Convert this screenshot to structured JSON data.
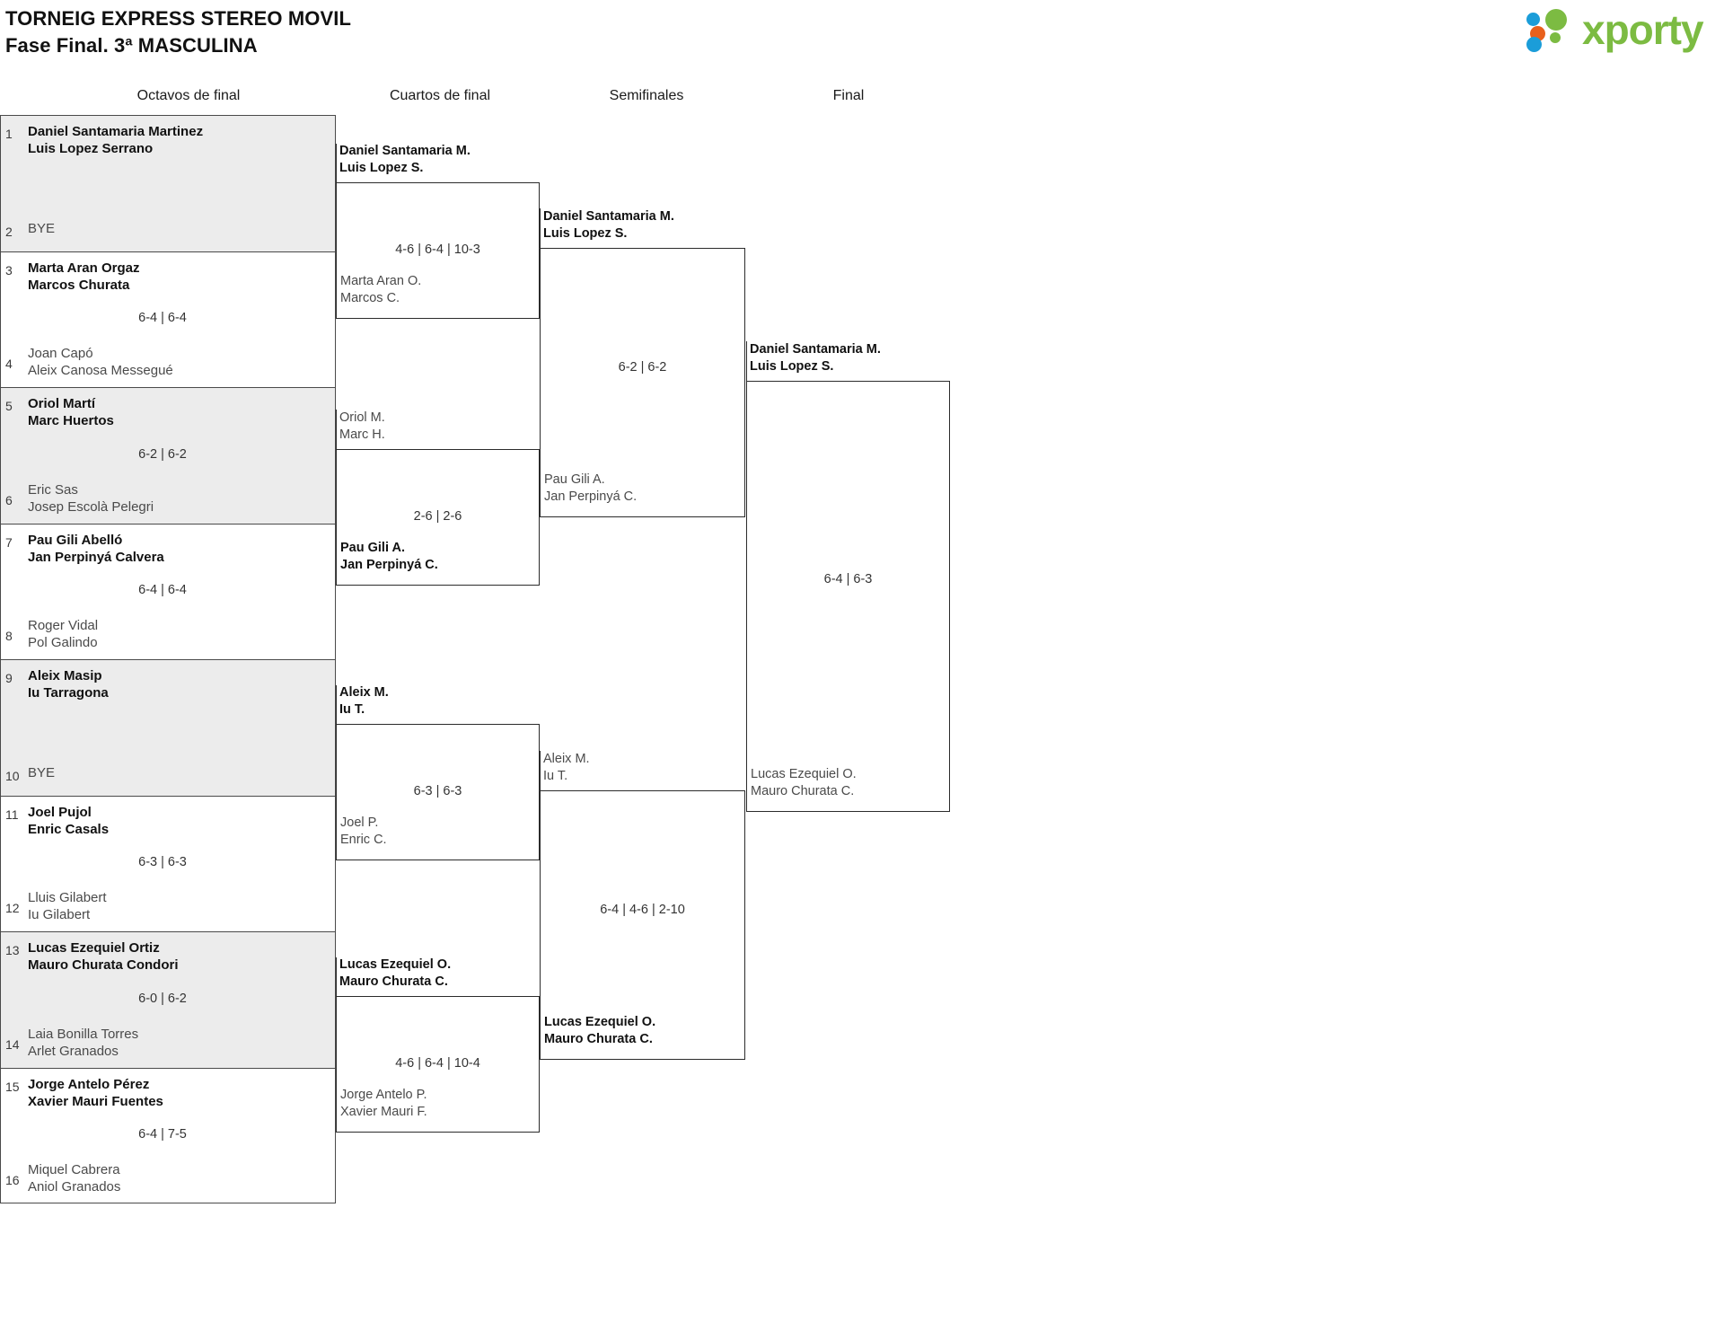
{
  "header": {
    "title_line1": "TORNEIG EXPRESS STEREO MOVIL",
    "title_line2": "Fase Final. 3ª MASCULINA",
    "logo_text": "xporty",
    "logo_colors": {
      "green": "#7cbb42",
      "blue": "#1b9dd9",
      "orange": "#e8601c"
    }
  },
  "rounds": [
    {
      "id": "octavos",
      "label": "Octavos de final"
    },
    {
      "id": "cuartos",
      "label": "Cuartos de final"
    },
    {
      "id": "semis",
      "label": "Semifinales"
    },
    {
      "id": "final",
      "label": "Final"
    }
  ],
  "round1": [
    {
      "top": {
        "seed": "1",
        "line1": "Daniel Santamaria Martinez",
        "line2": "Luis Lopez Serrano",
        "result": "winner"
      },
      "bottom": {
        "seed": "2",
        "line1": "BYE",
        "line2": "",
        "result": "bye"
      },
      "score": "",
      "shaded": true
    },
    {
      "top": {
        "seed": "3",
        "line1": "Marta Aran Orgaz",
        "line2": "Marcos Churata",
        "result": "winner"
      },
      "bottom": {
        "seed": "4",
        "line1": "Joan Capó",
        "line2": "Aleix Canosa Messegué",
        "result": "loser"
      },
      "score": "6-4 | 6-4",
      "shaded": false
    },
    {
      "top": {
        "seed": "5",
        "line1": "Oriol Martí",
        "line2": "Marc Huertos",
        "result": "winner"
      },
      "bottom": {
        "seed": "6",
        "line1": "Eric Sas",
        "line2": "Josep Escolà Pelegri",
        "result": "loser"
      },
      "score": "6-2 | 6-2",
      "shaded": true
    },
    {
      "top": {
        "seed": "7",
        "line1": "Pau Gili Abelló",
        "line2": "Jan Perpinyá Calvera",
        "result": "winner"
      },
      "bottom": {
        "seed": "8",
        "line1": "Roger Vidal",
        "line2": "Pol Galindo",
        "result": "loser"
      },
      "score": "6-4 | 6-4",
      "shaded": false
    },
    {
      "top": {
        "seed": "9",
        "line1": "Aleix Masip",
        "line2": "Iu Tarragona",
        "result": "winner"
      },
      "bottom": {
        "seed": "10",
        "line1": "BYE",
        "line2": "",
        "result": "bye"
      },
      "score": "",
      "shaded": true
    },
    {
      "top": {
        "seed": "11",
        "line1": "Joel Pujol",
        "line2": "Enric Casals",
        "result": "winner"
      },
      "bottom": {
        "seed": "12",
        "line1": "Lluis Gilabert",
        "line2": "Iu Gilabert",
        "result": "loser"
      },
      "score": "6-3 | 6-3",
      "shaded": false
    },
    {
      "top": {
        "seed": "13",
        "line1": "Lucas Ezequiel Ortiz",
        "line2": "Mauro Churata Condori",
        "result": "winner"
      },
      "bottom": {
        "seed": "14",
        "line1": "Laia Bonilla Torres",
        "line2": "Arlet Granados",
        "result": "loser"
      },
      "score": "6-0 | 6-2",
      "shaded": true
    },
    {
      "top": {
        "seed": "15",
        "line1": "Jorge Antelo Pérez",
        "line2": "Xavier Mauri Fuentes",
        "result": "winner"
      },
      "bottom": {
        "seed": "16",
        "line1": "Miquel Cabrera",
        "line2": "Aniol Granados",
        "result": "loser"
      },
      "score": "6-4 | 7-5",
      "shaded": false
    }
  ],
  "round2": [
    {
      "top": {
        "line1": "Daniel Santamaria M.",
        "line2": "Luis Lopez S.",
        "result": "winner"
      },
      "bottom": {
        "line1": "Marta Aran O.",
        "line2": "Marcos C.",
        "result": "loser"
      },
      "score": "4-6 | 6-4 | 10-3"
    },
    {
      "top": {
        "line1": "Oriol M.",
        "line2": "Marc H.",
        "result": "loser"
      },
      "bottom": {
        "line1": "Pau Gili A.",
        "line2": "Jan Perpinyá C.",
        "result": "winner"
      },
      "score": "2-6 | 2-6"
    },
    {
      "top": {
        "line1": "Aleix M.",
        "line2": "Iu T.",
        "result": "winner"
      },
      "bottom": {
        "line1": "Joel P.",
        "line2": "Enric C.",
        "result": "loser"
      },
      "score": "6-3 | 6-3"
    },
    {
      "top": {
        "line1": "Lucas Ezequiel O.",
        "line2": "Mauro Churata C.",
        "result": "winner"
      },
      "bottom": {
        "line1": "Jorge Antelo P.",
        "line2": "Xavier Mauri F.",
        "result": "loser"
      },
      "score": "4-6 | 6-4 | 10-4"
    }
  ],
  "round3": [
    {
      "top": {
        "line1": "Daniel Santamaria M.",
        "line2": "Luis Lopez S.",
        "result": "winner"
      },
      "bottom": {
        "line1": "Pau Gili A.",
        "line2": "Jan Perpinyá C.",
        "result": "loser"
      },
      "score": "6-2 | 6-2"
    },
    {
      "top": {
        "line1": "Aleix M.",
        "line2": "Iu T.",
        "result": "loser"
      },
      "bottom": {
        "line1": "Lucas Ezequiel O.",
        "line2": "Mauro Churata C.",
        "result": "winner"
      },
      "score": "6-4 | 4-6 | 2-10"
    }
  ],
  "round4": [
    {
      "top": {
        "line1": "Daniel Santamaria M.",
        "line2": "Luis Lopez S.",
        "result": "winner"
      },
      "bottom": {
        "line1": "Lucas Ezequiel O.",
        "line2": "Mauro Churata C.",
        "result": "loser"
      },
      "score": "6-4 | 6-3"
    }
  ]
}
